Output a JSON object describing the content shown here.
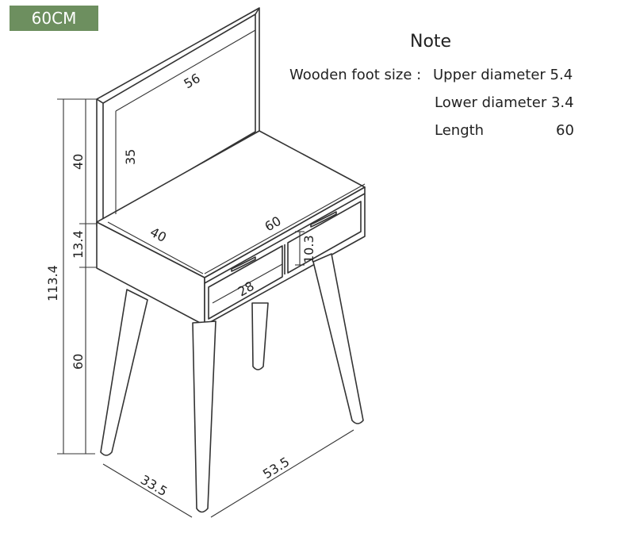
{
  "badge": "60CM",
  "note": {
    "title": "Note",
    "label": "Wooden foot size :",
    "upper": "Upper diameter 5.4",
    "lower": "Lower diameter 3.4",
    "length_label": "Length",
    "length_value": "60"
  },
  "dimensions": {
    "mirror_width": "56",
    "mirror_height": "35",
    "upper_height": "40",
    "cabinet_height": "13.4",
    "total_height": "113.4",
    "leg_height": "60",
    "top_depth": "40",
    "top_width": "60",
    "drawer_height": "10.3",
    "drawer_width": "28",
    "base_depth": "33.5",
    "base_width": "53.5"
  }
}
